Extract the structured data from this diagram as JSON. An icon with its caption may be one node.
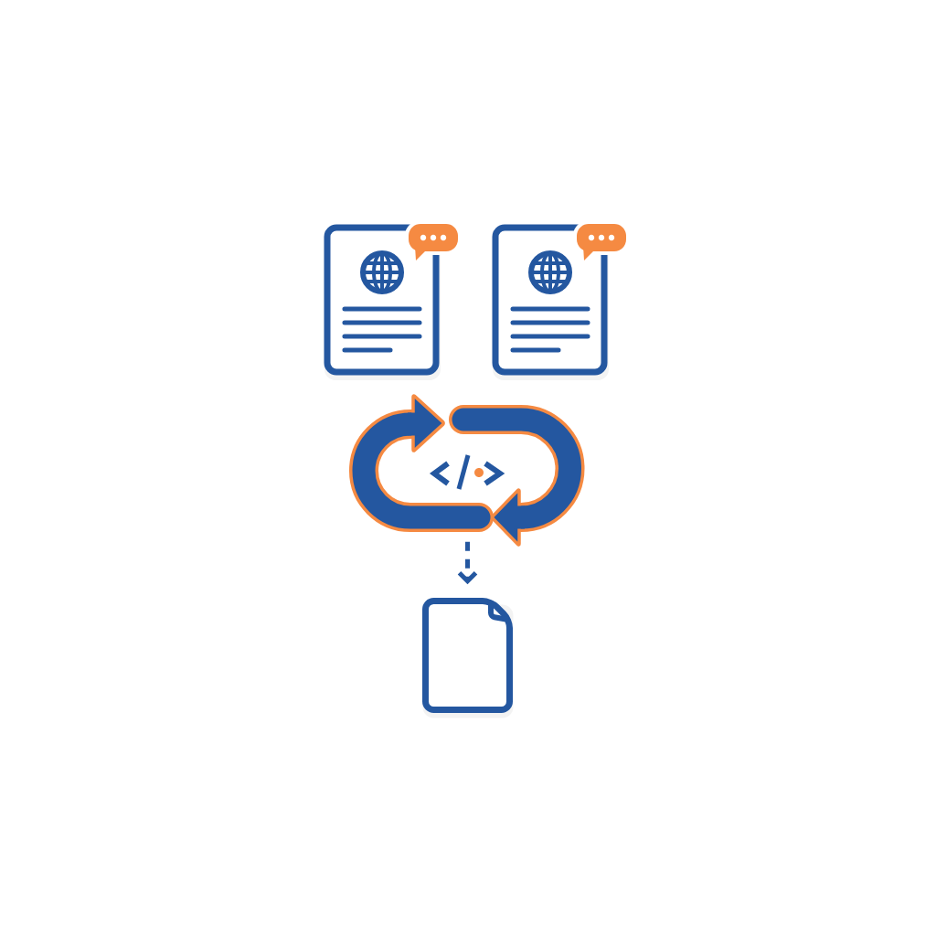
{
  "diagram": {
    "nodes": [
      {
        "text": [],
        "shape": "picture"
      },
      {
        "text": [],
        "shape": "picture"
      },
      {
        "text": [],
        "shape": "picture"
      },
      {
        "text": [],
        "shape": "picture"
      }
    ],
    "edges": [
      {
        "from": 2,
        "to": 3,
        "arrow": "to",
        "style": "dashed"
      }
    ]
  }
}
